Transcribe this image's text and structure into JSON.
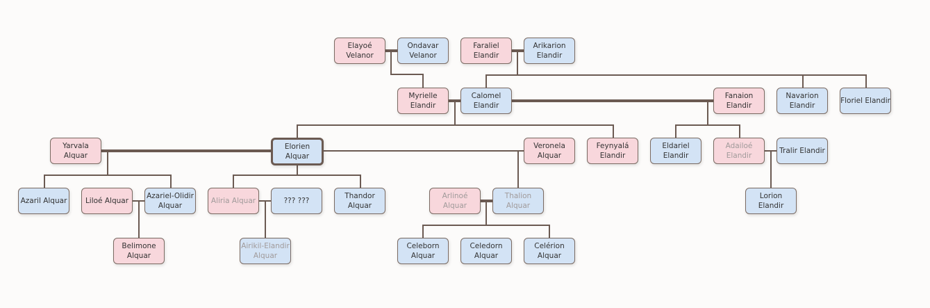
{
  "colors": {
    "female": "#f8d7dc",
    "male": "#d3e3f5",
    "line": "#6b5a52"
  },
  "people": [
    {
      "id": "elayoe",
      "name": "Elayoé Velanor",
      "sex": "f"
    },
    {
      "id": "ondavar",
      "name": "Ondavar Velanor",
      "sex": "m"
    },
    {
      "id": "faraliel",
      "name": "Faraliel Elandir",
      "sex": "f"
    },
    {
      "id": "arikarion",
      "name": "Arikarion Elandir",
      "sex": "m"
    },
    {
      "id": "myrielle",
      "name": "Myrielle Elandir",
      "sex": "f"
    },
    {
      "id": "calomel",
      "name": "Calomel Elandir",
      "sex": "m"
    },
    {
      "id": "fanaion",
      "name": "Fanaion Elandir",
      "sex": "f"
    },
    {
      "id": "navarion",
      "name": "Navarion Elandir",
      "sex": "m"
    },
    {
      "id": "floriel",
      "name": "Floriel Elandir",
      "sex": "m"
    },
    {
      "id": "yarvala",
      "name": "Yarvala Alquar",
      "sex": "f"
    },
    {
      "id": "elorien",
      "name": "Elorien Alquar",
      "sex": "m",
      "focus": true
    },
    {
      "id": "veronela",
      "name": "Veronela Alquar",
      "sex": "f"
    },
    {
      "id": "feynyala",
      "name": "Feynyalá Elandir",
      "sex": "f"
    },
    {
      "id": "eldariel",
      "name": "Eldariel Elandir",
      "sex": "m"
    },
    {
      "id": "adailoe",
      "name": "Adailoé Elandir",
      "sex": "f",
      "faded": true
    },
    {
      "id": "tralir",
      "name": "Tralir Elandir",
      "sex": "m"
    },
    {
      "id": "azaril",
      "name": "Azaril Alquar",
      "sex": "m"
    },
    {
      "id": "liloe",
      "name": "Liloé Alquar",
      "sex": "f"
    },
    {
      "id": "azariel",
      "name": "Azariel-Olidir Alquar",
      "sex": "m"
    },
    {
      "id": "aliria",
      "name": "Aliria Alquar",
      "sex": "f",
      "faded": true
    },
    {
      "id": "unknown",
      "name": "??? ???",
      "sex": "m"
    },
    {
      "id": "thandor",
      "name": "Thandor Alquar",
      "sex": "m"
    },
    {
      "id": "arlinoe",
      "name": "Arlinoé Alquar",
      "sex": "f",
      "faded": true
    },
    {
      "id": "thalion",
      "name": "Thalion Alquar",
      "sex": "m",
      "faded": true
    },
    {
      "id": "lorion",
      "name": "Lorion Elandir",
      "sex": "m"
    },
    {
      "id": "belimone",
      "name": "Belimone Alquar",
      "sex": "f"
    },
    {
      "id": "airikil",
      "name": "Airikil-Elandir Alquar",
      "sex": "m",
      "faded": true
    },
    {
      "id": "celeborn",
      "name": "Celeborn Alquar",
      "sex": "m"
    },
    {
      "id": "celedorn",
      "name": "Celedorn Alquar",
      "sex": "m"
    },
    {
      "id": "celerion",
      "name": "Celérion Alquar",
      "sex": "m"
    }
  ]
}
